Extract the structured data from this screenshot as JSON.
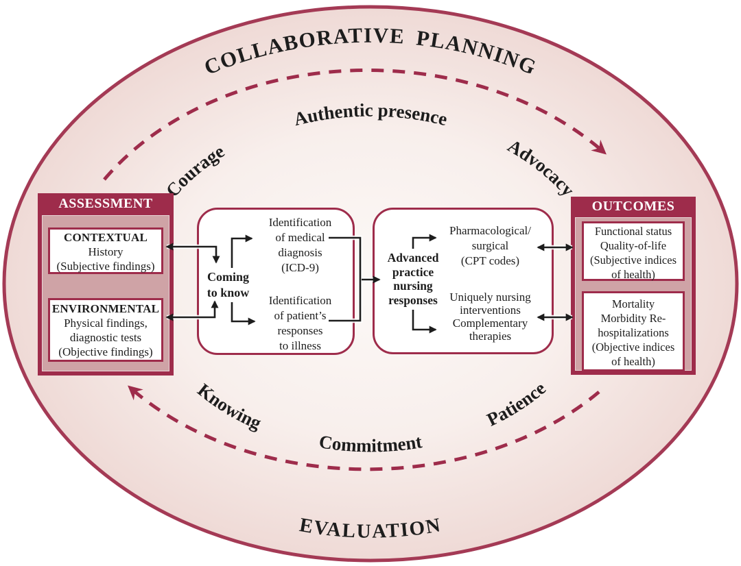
{
  "colors": {
    "maroon": "#9e2c4b",
    "mauve": "#cfa3a6",
    "ink": "#1d1d1d",
    "ellipse_edge": "#e5c6c3",
    "ellipse_center": "#fcf9f7"
  },
  "arcs": {
    "collaborative_planning": "COLLABORATIVE PLANNING",
    "evaluation": "EVALUATION",
    "values_top": [
      "Courage",
      "Authentic presence",
      "Advocacy"
    ],
    "values_bottom": [
      "Knowing",
      "Commitment",
      "Patience"
    ]
  },
  "assessment": {
    "header": "ASSESSMENT",
    "contextual": {
      "title": "CONTEXTUAL",
      "lines": [
        "History",
        "(Subjective findings)"
      ]
    },
    "environmental": {
      "title": "ENVIRONMENTAL",
      "lines": [
        "Physical findings,",
        "diagnostic tests",
        "(Objective findings)"
      ]
    }
  },
  "coming_to_know": {
    "label": [
      "Coming",
      "to know"
    ],
    "medical": [
      "Identification",
      "of medical",
      "diagnosis",
      "(ICD-9)"
    ],
    "patient": [
      "Identification",
      "of patient’s",
      "responses",
      "to illness"
    ]
  },
  "responses": {
    "label": [
      "Advanced",
      "practice",
      "nursing",
      "responses"
    ],
    "pharmacological": [
      "Pharmacological/",
      "surgical",
      "(CPT codes)"
    ],
    "nursing": [
      "Uniquely nursing",
      "interventions",
      "Complementary",
      "therapies"
    ]
  },
  "outcomes": {
    "header": "OUTCOMES",
    "subjective": [
      "Functional status",
      "Quality-of-life",
      "(Subjective indices",
      "of health)"
    ],
    "objective": [
      "Mortality",
      "Morbidity Re-",
      "hospitalizations",
      "(Objective indices",
      "of health)"
    ]
  }
}
